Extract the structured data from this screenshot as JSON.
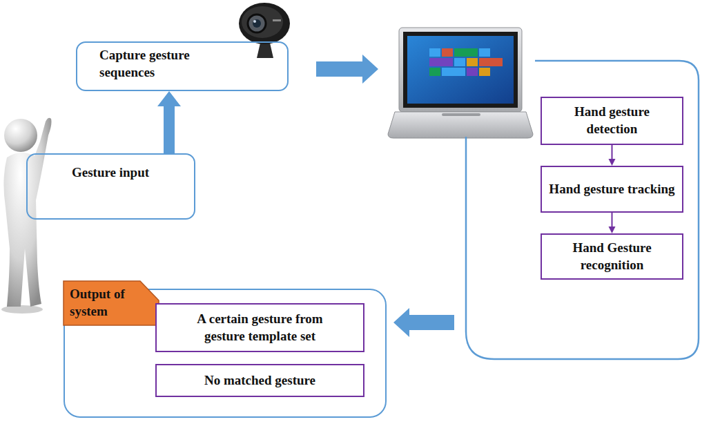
{
  "diagram": {
    "nodes": [
      {
        "text": [
          "Gesture input"
        ]
      },
      {
        "text": [
          "Capture gesture sequences"
        ]
      },
      {
        "text": [
          "Hand gesture detection"
        ]
      },
      {
        "text": [
          "Hand gesture tracking"
        ]
      },
      {
        "text": [
          "Hand Gesture recognition"
        ]
      },
      {
        "text": [
          "Output of system"
        ]
      },
      {
        "text": [
          "A certain gesture from gesture template set"
        ],
        "in": 5
      },
      {
        "text": [
          "No matched gesture"
        ],
        "in": 5
      }
    ],
    "edges": [
      {
        "from": 0,
        "to": 1,
        "arrow": "to"
      },
      {
        "from": 2,
        "to": 3,
        "arrow": "to"
      },
      {
        "from": 3,
        "to": 4,
        "arrow": "to"
      }
    ]
  }
}
